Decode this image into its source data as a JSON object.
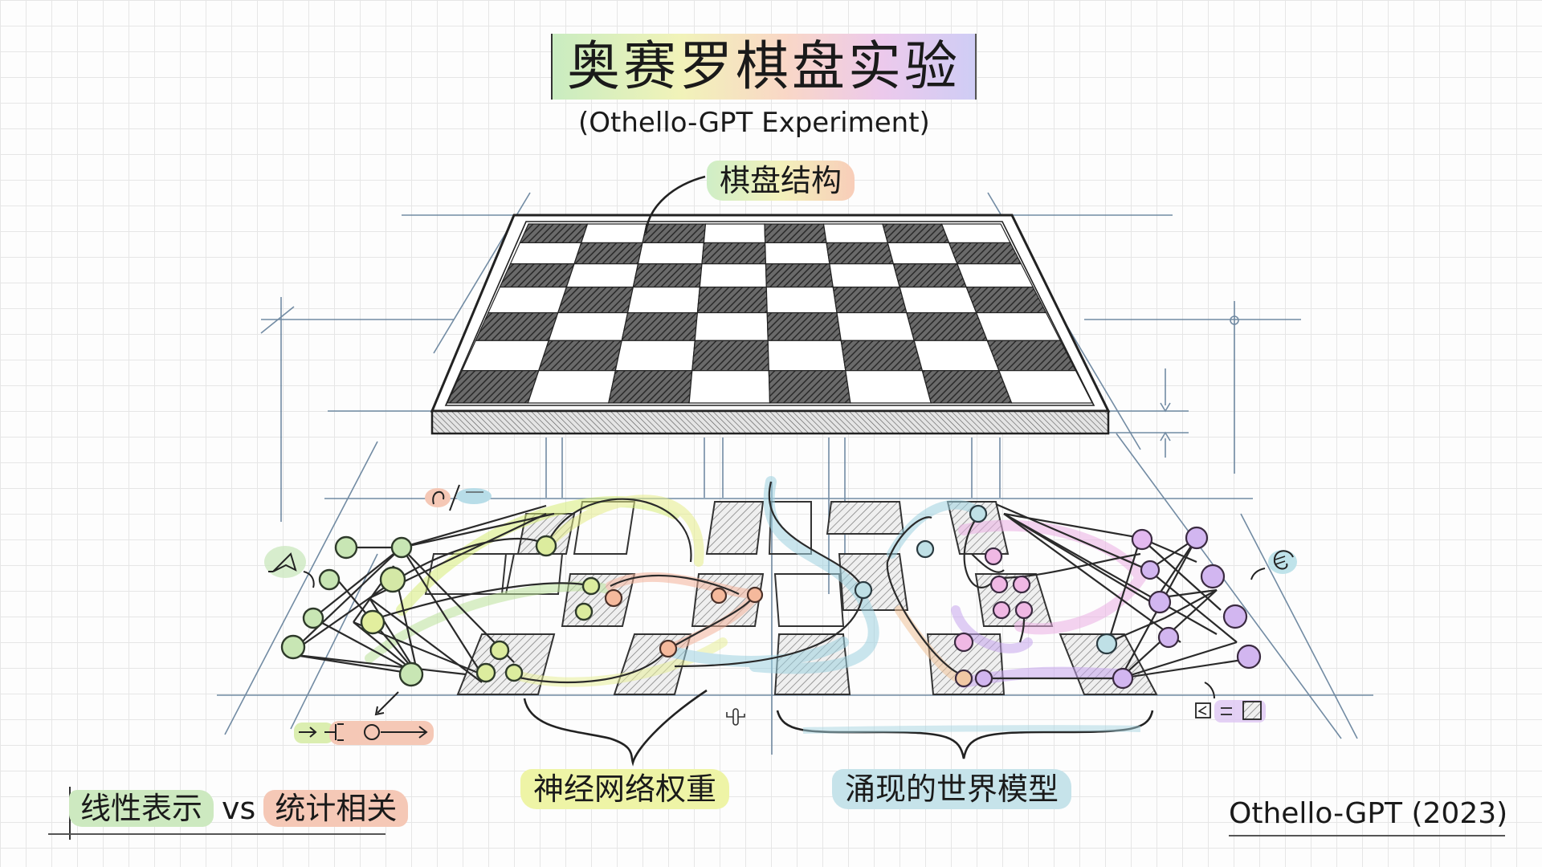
{
  "title": {
    "main": "奥赛罗棋盘实验",
    "subtitle": "(Othello-GPT Experiment)"
  },
  "labels": {
    "board_structure": "棋盘结构",
    "neural_weights": "神经网络权重",
    "emergent_world_model": "涌现的世界模型",
    "linear_representation": "线性表示",
    "vs": "vs",
    "statistical_correlation": "统计相关",
    "citation": "Othello-GPT (2023)"
  },
  "board": {
    "columns": 8,
    "rows_visible": 7,
    "top_left_dark": true
  },
  "colors": {
    "grid": "#e6e6e6",
    "ink": "#1a1a1a",
    "construction_blue": "#4a6a8a",
    "green_highlight": "#cde9c0",
    "yellow_highlight": "#eef4a6",
    "orange_highlight": "#f5c8b6",
    "blue_highlight": "#c6e3ea",
    "purple_highlight": "#d9c4f0",
    "pink_highlight": "#f0c4e8"
  },
  "icons": {
    "left_cursor": "pointer-arrow-icon",
    "top_left_annotation": "curl-fraction-icon",
    "bottom_left_flow": "flow-arrow-icon",
    "center_small": "cactus-glyph-icon",
    "right_swirl": "swirl-icon",
    "bottom_right_equiv": "equivalence-icon"
  }
}
